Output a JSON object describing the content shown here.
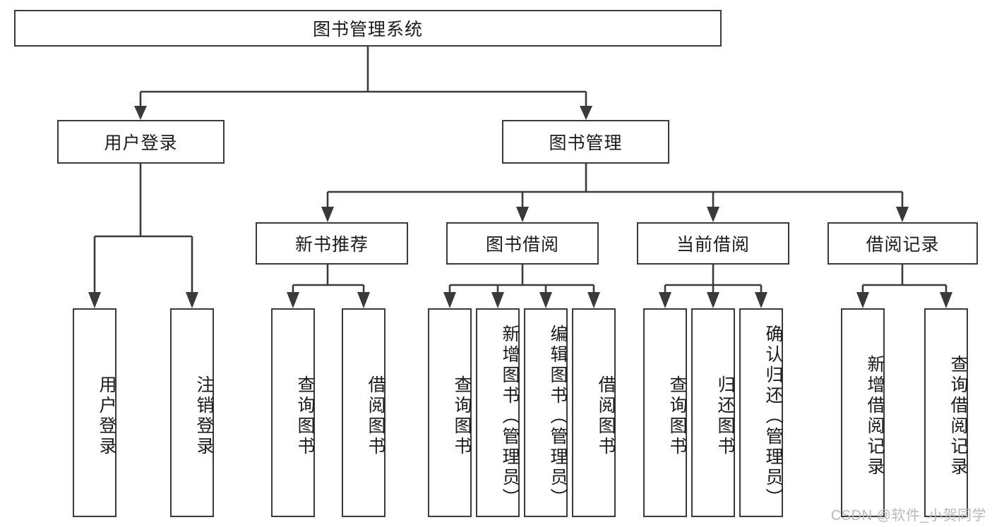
{
  "diagram": {
    "type": "tree",
    "title": "图书管理系统",
    "root": {
      "label": "图书管理系统"
    },
    "level2": [
      {
        "label": "用户登录"
      },
      {
        "label": "图书管理"
      }
    ],
    "level3": [
      {
        "label": "新书推荐"
      },
      {
        "label": "图书借阅"
      },
      {
        "label": "当前借阅"
      },
      {
        "label": "借阅记录"
      }
    ],
    "leaves": {
      "user_login": [
        {
          "label": "用户登录"
        },
        {
          "label": "注销登录"
        }
      ],
      "new_book": [
        {
          "label": "查询图书"
        },
        {
          "label": "借阅图书"
        }
      ],
      "borrow_book": [
        {
          "label": "查询图书"
        },
        {
          "label": "新增图书（管理员）"
        },
        {
          "label": "编辑图书（管理员）"
        },
        {
          "label": "借阅图书"
        }
      ],
      "current_borrow": [
        {
          "label": "查询图书"
        },
        {
          "label": "归还图书"
        },
        {
          "label": "确认归还（管理员）"
        }
      ],
      "borrow_record": [
        {
          "label": "新增借阅记录"
        },
        {
          "label": "查询借阅记录"
        }
      ]
    },
    "watermark": "CSDN @软件_小贺同学",
    "colors": {
      "stroke": "#3a3a3a",
      "text": "#1b1b1b",
      "background": "#ffffff",
      "watermark": "#b9b9b9"
    }
  }
}
